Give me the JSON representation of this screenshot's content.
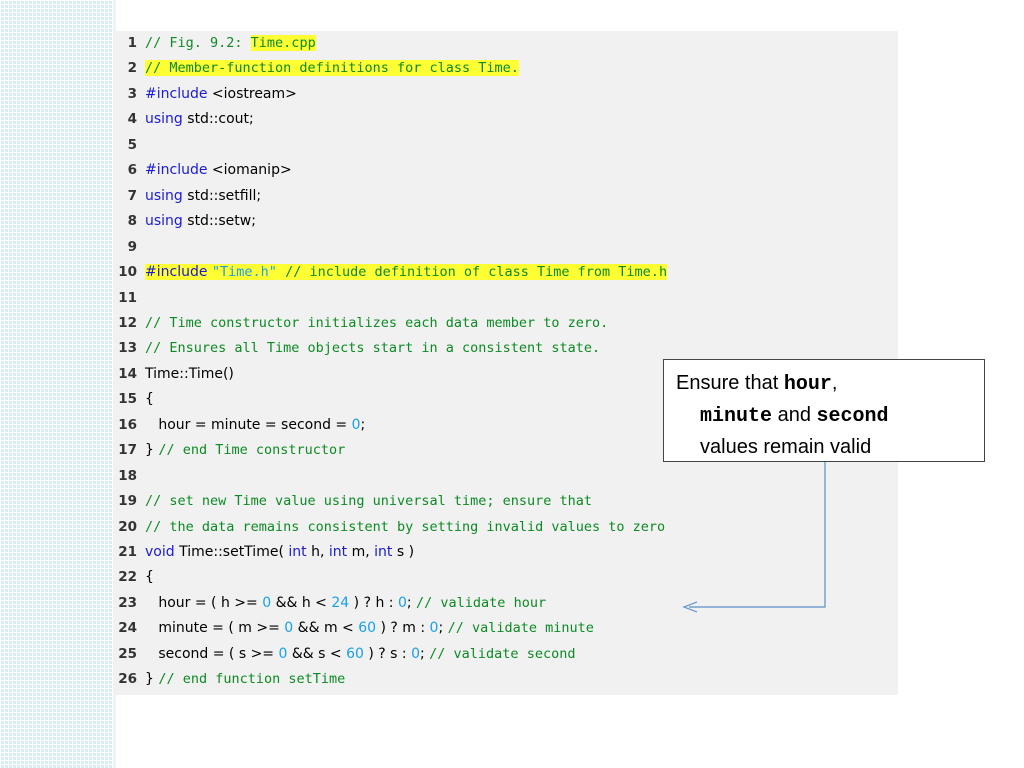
{
  "colors": {
    "keyword": "#1b1bd1",
    "comment": "#0c8a24",
    "number": "#18a0e8",
    "plain": "#000000",
    "highlight": "#ffff33",
    "arrow": "#5b8fc9"
  },
  "code": {
    "lines": [
      {
        "num": "1",
        "tokens": [
          {
            "t": "// Fig. 9.2: ",
            "c": "comment"
          },
          {
            "t": "Time.cpp",
            "c": "comment",
            "hl": true
          }
        ]
      },
      {
        "num": "2",
        "tokens": [
          {
            "t": "// Member-function definitions for class Time.",
            "c": "comment",
            "hl": true
          }
        ]
      },
      {
        "num": "3",
        "tokens": [
          {
            "t": "#include",
            "c": "keyword"
          },
          {
            "t": " <iostream>",
            "c": "plain"
          }
        ]
      },
      {
        "num": "4",
        "tokens": [
          {
            "t": "using",
            "c": "keyword"
          },
          {
            "t": " std::cout;",
            "c": "plain"
          }
        ]
      },
      {
        "num": "5",
        "tokens": []
      },
      {
        "num": "6",
        "tokens": [
          {
            "t": "#include",
            "c": "keyword"
          },
          {
            "t": " <iomanip>",
            "c": "plain"
          }
        ]
      },
      {
        "num": "7",
        "tokens": [
          {
            "t": "using",
            "c": "keyword"
          },
          {
            "t": " std::setfill;",
            "c": "plain"
          }
        ]
      },
      {
        "num": "8",
        "tokens": [
          {
            "t": "using",
            "c": "keyword"
          },
          {
            "t": " std::setw;",
            "c": "plain"
          }
        ]
      },
      {
        "num": "9",
        "tokens": []
      },
      {
        "num": "10",
        "tokens": [
          {
            "t": "#include",
            "c": "keyword",
            "hl": true
          },
          {
            "t": " ",
            "c": "plain",
            "hl": true
          },
          {
            "t": "\"Time.h\"",
            "c": "number",
            "hl": true
          },
          {
            "t": " // include definition of class Time from Time.h",
            "c": "comment",
            "hl": true
          }
        ]
      },
      {
        "num": "11",
        "tokens": []
      },
      {
        "num": "12",
        "tokens": [
          {
            "t": "// Time constructor initializes each data member to zero.",
            "c": "comment"
          }
        ]
      },
      {
        "num": "13",
        "tokens": [
          {
            "t": "// Ensures all Time objects start in a consistent state.",
            "c": "comment"
          }
        ]
      },
      {
        "num": "14",
        "tokens": [
          {
            "t": "Time::Time()",
            "c": "plain"
          }
        ]
      },
      {
        "num": "15",
        "tokens": [
          {
            "t": "{",
            "c": "plain"
          }
        ]
      },
      {
        "num": "16",
        "tokens": [
          {
            "t": "   hour = minute = second = ",
            "c": "plain"
          },
          {
            "t": "0",
            "c": "number"
          },
          {
            "t": ";",
            "c": "plain"
          }
        ]
      },
      {
        "num": "17",
        "tokens": [
          {
            "t": "} ",
            "c": "plain"
          },
          {
            "t": "// end Time constructor",
            "c": "comment"
          }
        ]
      },
      {
        "num": "18",
        "tokens": []
      },
      {
        "num": "19",
        "tokens": [
          {
            "t": "// set new Time value using universal time; ensure that",
            "c": "comment"
          }
        ]
      },
      {
        "num": "20",
        "tokens": [
          {
            "t": "// the data remains consistent by setting invalid values to zero",
            "c": "comment"
          }
        ]
      },
      {
        "num": "21",
        "tokens": [
          {
            "t": "void",
            "c": "keyword"
          },
          {
            "t": " Time::setTime( ",
            "c": "plain"
          },
          {
            "t": "int",
            "c": "keyword"
          },
          {
            "t": " h, ",
            "c": "plain"
          },
          {
            "t": "int",
            "c": "keyword"
          },
          {
            "t": " m, ",
            "c": "plain"
          },
          {
            "t": "int",
            "c": "keyword"
          },
          {
            "t": " s )",
            "c": "plain"
          }
        ]
      },
      {
        "num": "22",
        "tokens": [
          {
            "t": "{",
            "c": "plain"
          }
        ]
      },
      {
        "num": "23",
        "tokens": [
          {
            "t": "   hour = ( h >= ",
            "c": "plain"
          },
          {
            "t": "0",
            "c": "number"
          },
          {
            "t": " && h < ",
            "c": "plain"
          },
          {
            "t": "24",
            "c": "number"
          },
          {
            "t": " ) ? h : ",
            "c": "plain"
          },
          {
            "t": "0",
            "c": "number"
          },
          {
            "t": "; ",
            "c": "plain"
          },
          {
            "t": "// validate hour",
            "c": "comment"
          }
        ]
      },
      {
        "num": "24",
        "tokens": [
          {
            "t": "   minute = ( m >= ",
            "c": "plain"
          },
          {
            "t": "0",
            "c": "number"
          },
          {
            "t": " && m < ",
            "c": "plain"
          },
          {
            "t": "60",
            "c": "number"
          },
          {
            "t": " ) ? m : ",
            "c": "plain"
          },
          {
            "t": "0",
            "c": "number"
          },
          {
            "t": "; ",
            "c": "plain"
          },
          {
            "t": "// validate minute",
            "c": "comment"
          }
        ]
      },
      {
        "num": "25",
        "tokens": [
          {
            "t": "   second = ( s >= ",
            "c": "plain"
          },
          {
            "t": "0",
            "c": "number"
          },
          {
            "t": " && s < ",
            "c": "plain"
          },
          {
            "t": "60",
            "c": "number"
          },
          {
            "t": " ) ? s : ",
            "c": "plain"
          },
          {
            "t": "0",
            "c": "number"
          },
          {
            "t": "; ",
            "c": "plain"
          },
          {
            "t": "// validate second",
            "c": "comment"
          }
        ]
      },
      {
        "num": "26",
        "tokens": [
          {
            "t": "} ",
            "c": "plain"
          },
          {
            "t": "// end function setTime",
            "c": "comment"
          }
        ]
      }
    ]
  },
  "callout": {
    "text1": "Ensure that ",
    "code1": "hour",
    "text2": ",",
    "code2": "minute",
    "text3": " and ",
    "code3": "second",
    "text4": "values remain valid"
  }
}
